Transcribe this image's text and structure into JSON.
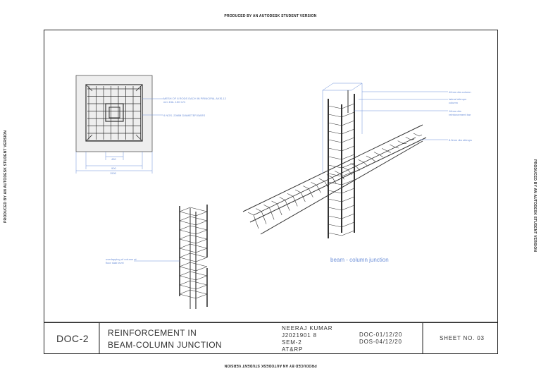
{
  "watermark": "PRODUCED BY AN AUTODESK STUDENT VERSION",
  "plan_labels": {
    "mesh": "MESH OF 8 RODS EACH IN PRINCIPAL AXIS,12 mm DIA. 150 C/C",
    "bars": "4 NOS. 20MM DIAMETER BARS",
    "dim1": "450",
    "dim2": "900",
    "dim3": "1500"
  },
  "iso_labels": {
    "a": "40mm dia column",
    "b": "lateral stirrups column",
    "c": "16mm dia reinforcement bar",
    "d": "8.5mm dia stirrups"
  },
  "column_label": "overlapping of column at floor slab level",
  "caption": "beam - column junction",
  "title_block": {
    "doc": "DOC-2",
    "title_line1": "REINFORCEMENT IN",
    "title_line2": "BEAM-COLUMN JUNCTION",
    "name": "NEERAJ KUMAR",
    "roll": "J2021901 8",
    "sem": "SEM-2",
    "group": "AT&RP",
    "doc_date": "DOC-01/12/20",
    "dos_date": "DOS-04/12/20",
    "sheet": "SHEET NO. 03"
  }
}
